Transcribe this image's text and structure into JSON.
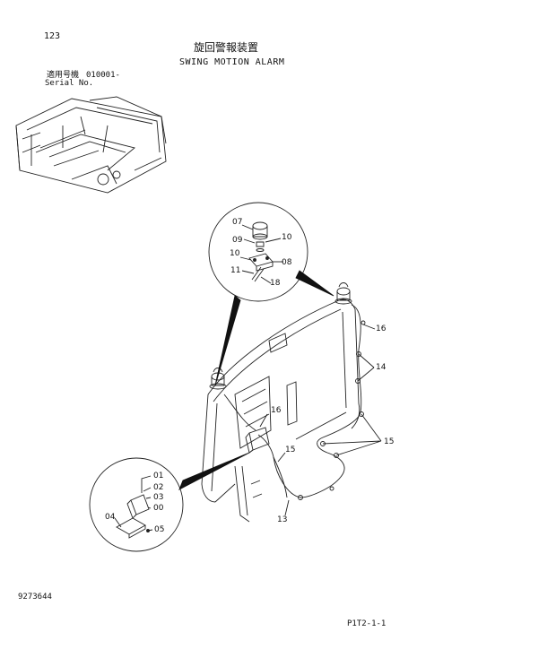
{
  "header": {
    "page_number": "123",
    "title_jp": "旋回警報装置",
    "title_en": "SWING MOTION ALARM"
  },
  "serial": {
    "label_jp": "適用号機",
    "value": "010001-",
    "label_en": "Serial No."
  },
  "callouts_top": [
    "07",
    "09",
    "10",
    "10",
    "08",
    "11",
    "18"
  ],
  "callouts_main": [
    "16",
    "14",
    "16",
    "15",
    "15",
    "13"
  ],
  "callouts_bottom": [
    "01",
    "02",
    "03",
    "00",
    "04",
    "05"
  ],
  "footer": {
    "doc_number": "9273644",
    "page_code": "P1T2-1-1"
  }
}
